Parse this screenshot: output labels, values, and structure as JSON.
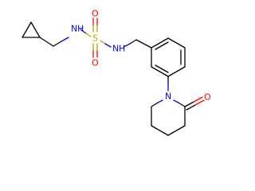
{
  "molecule": {
    "name": "",
    "colors": {
      "carbon_bond": "#000000",
      "nitrogen": "#0000ff",
      "oxygen": "#ff0000",
      "sulfur": "#b8a800"
    },
    "labels": {
      "nh_left": "N",
      "nh_left_h": "H",
      "sulfur": "S",
      "oxygen_top": "O",
      "oxygen_bottom": "O",
      "nh_right": "N",
      "nh_right_h": "H",
      "ring_nitrogen": "N",
      "carbonyl_oxygen": "O"
    }
  }
}
